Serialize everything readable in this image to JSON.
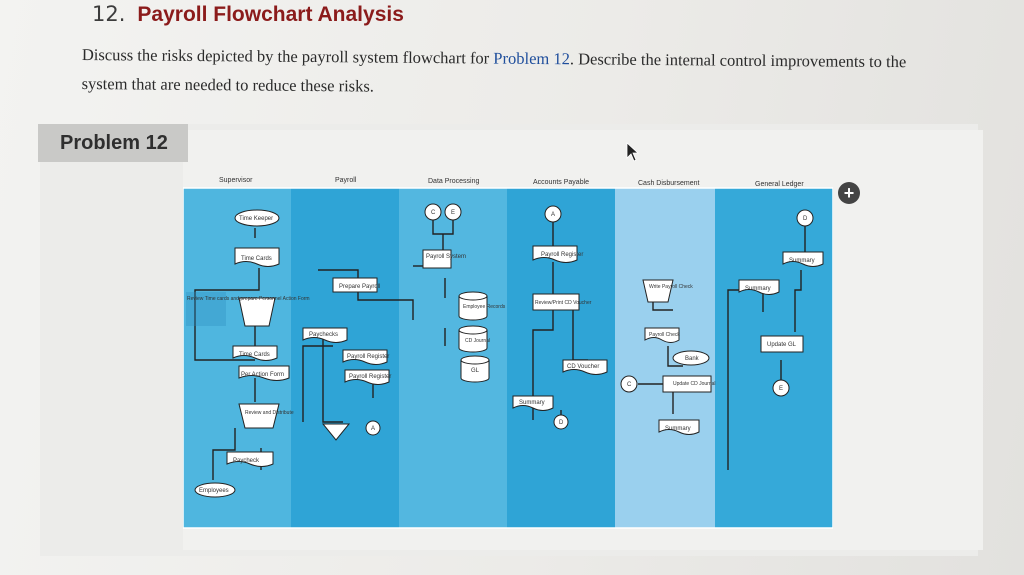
{
  "question": {
    "number": "12.",
    "title": "Payroll Flowchart Analysis",
    "body_before": "Discuss the risks depicted by the payroll system flowchart for ",
    "body_link": "Problem 12",
    "body_after": ". Describe the internal control improvements to the system that are needed to reduce these risks."
  },
  "problem_label": "Problem 12",
  "flowchart": {
    "columns": [
      "Supervisor",
      "Payroll",
      "Data Processing",
      "Accounts Payable",
      "Cash Disbursement",
      "General Ledger"
    ],
    "labels": {
      "time_keeper": "Time Keeper",
      "time_cards": "Time Cards",
      "review_ops": "Review Time cards and prepare Personnel Action Form",
      "time_cards_2": "Time Cards",
      "pa_form": "Per Action Form",
      "review_distribute": "Review and Distribute",
      "paycheck": "Paycheck",
      "employees": "Employees",
      "prepare_payroll": "Prepare Payroll",
      "paychecks": "Paychecks",
      "payroll_register": "Payroll Register",
      "payroll_register_2": "Payroll Register",
      "payroll_system": "Payroll System",
      "employee_records": "Employee Records",
      "cd_journal": "CD Journal",
      "gl": "GL",
      "payroll_register_ap": "Payroll Register",
      "review_print": "Review/Print CD Voucher",
      "cd_voucher": "CD Voucher",
      "summary_ap": "Summary",
      "write_check": "Write Payroll Check",
      "payroll_check": "Payroll Check",
      "bank": "Bank",
      "update_cd": "Update CD Journal",
      "summary_cd": "Summary",
      "summary_gl1": "Summary",
      "summary_gl2": "Summary",
      "update_gl": "Update GL"
    },
    "connectors": {
      "A": "A",
      "C": "C",
      "D": "D",
      "E": "E"
    }
  }
}
